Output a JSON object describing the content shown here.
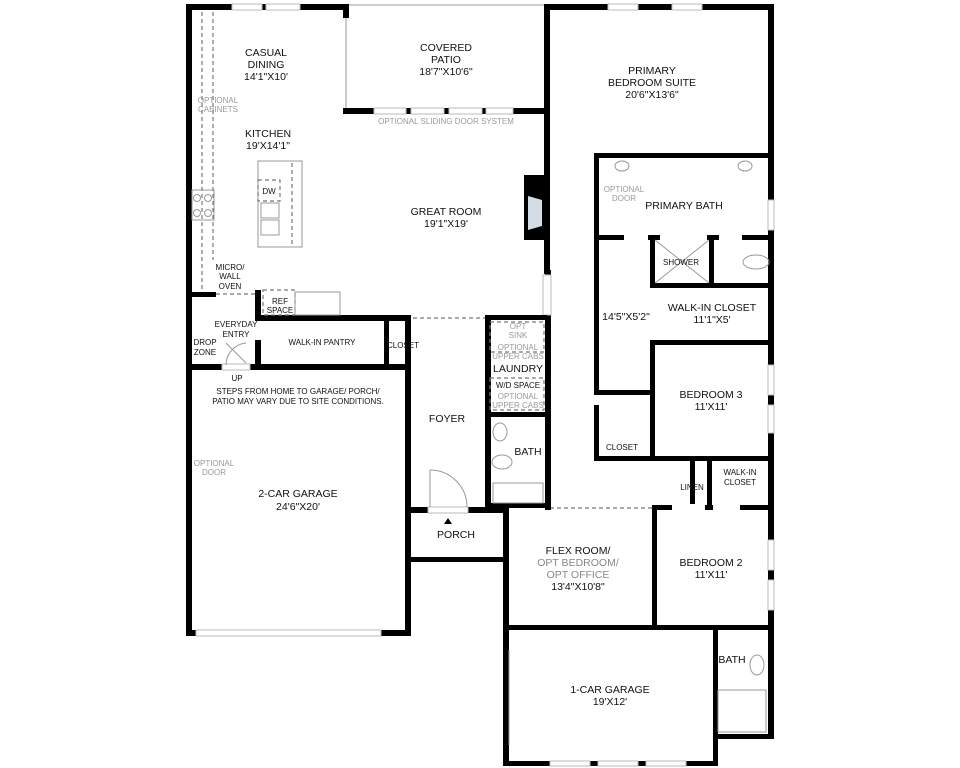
{
  "rooms": {
    "casual_dining": {
      "name1": "CASUAL",
      "name2": "DINING",
      "size": "14'1\"X10'"
    },
    "covered_patio": {
      "name1": "COVERED",
      "name2": "PATIO",
      "size": "18'7\"X10'6\""
    },
    "primary_bedroom": {
      "name1": "PRIMARY",
      "name2": "BEDROOM SUITE",
      "size": "20'6\"X13'6\""
    },
    "kitchen": {
      "name": "KITCHEN",
      "size": "19'X14'1\""
    },
    "great_room": {
      "name": "GREAT ROOM",
      "size": "19'1\"X19'"
    },
    "primary_bath": {
      "name": "PRIMARY BATH"
    },
    "shower": {
      "name": "SHOWER"
    },
    "walk_in_closet_primary": {
      "name": "WALK-IN CLOSET",
      "size": "11'1\"X5'",
      "size2": "14'5\"X5'2\""
    },
    "bedroom3": {
      "name": "BEDROOM 3",
      "size": "11'X11'"
    },
    "closet_bed3": {
      "name": "CLOSET"
    },
    "linen": {
      "name": "LINEN"
    },
    "walk_in_closet_bed2": {
      "name1": "WALK-IN",
      "name2": "CLOSET"
    },
    "bedroom2": {
      "name": "BEDROOM 2",
      "size": "11'X11'"
    },
    "bath2": {
      "name": "BATH"
    },
    "one_car_garage": {
      "name": "1-CAR GARAGE",
      "size": "19'X12'"
    },
    "flex_room": {
      "name1": "FLEX ROOM/",
      "name2": "OPT BEDROOM/",
      "name3": "OPT OFFICE",
      "size": "13'4\"X10'8\""
    },
    "porch": {
      "name": "PORCH"
    },
    "foyer": {
      "name": "FOYER"
    },
    "bath1": {
      "name": "BATH"
    },
    "laundry": {
      "name": "LAUNDRY",
      "wd": "W/D SPACE"
    },
    "closet_foyer": {
      "name": "CLOSET"
    },
    "walk_in_pantry": {
      "name": "WALK-IN PANTRY"
    },
    "everyday_entry": {
      "name1": "EVERYDAY",
      "name2": "ENTRY"
    },
    "drop_zone": {
      "name1": "DROP",
      "name2": "ZONE"
    },
    "two_car_garage": {
      "name": "2-CAR GARAGE",
      "size": "24'6\"X20'"
    }
  },
  "labels": {
    "optional_cabinets_1": "OPTIONAL",
    "optional_cabinets_2": "CABINETS",
    "optional_sliding_door": "OPTIONAL SLIDING DOOR SYSTEM",
    "dw": "DW",
    "micro_1": "MICRO/",
    "micro_2": "WALL",
    "micro_3": "OVEN",
    "ref_1": "REF",
    "ref_2": "SPACE",
    "optional_door_1": "OPTIONAL",
    "optional_door_2": "DOOR",
    "garage_optional_door_1": "OPTIONAL",
    "garage_optional_door_2": "DOOR",
    "opt_sink_1": "OPT",
    "opt_sink_2": "SINK",
    "upper_cabs_1": "OPTIONAL",
    "upper_cabs_2": "UPPER CABS",
    "upper_cabs_3": "OPTIONAL",
    "upper_cabs_4": "UPPER CABS",
    "up": "UP",
    "steps_note_1": "STEPS FROM HOME TO GARAGE/ PORCH/",
    "steps_note_2": "PATIO MAY VARY DUE TO SITE CONDITIONS."
  }
}
